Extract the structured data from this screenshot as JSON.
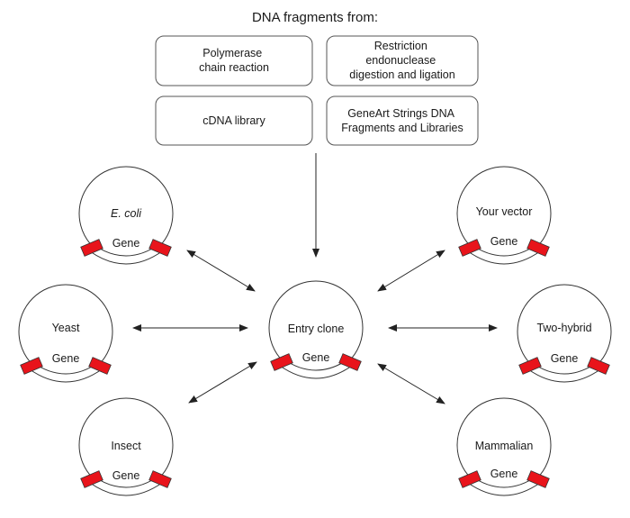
{
  "title": "DNA fragments from:",
  "sources": {
    "pcr": [
      "Polymerase",
      "chain reaction"
    ],
    "restriction": [
      "Restriction",
      "endonuclease",
      "digestion and ligation"
    ],
    "cdna": [
      "cDNA library"
    ],
    "geneart": [
      "GeneArt Strings DNA",
      "Fragments and Libraries"
    ]
  },
  "gene_label": "Gene",
  "site_color": "#e8141b",
  "plasmids": {
    "ecoli": "E. coli",
    "yeast": "Yeast",
    "insect": "Insect",
    "entry": "Entry clone",
    "your_vector": "Your vector",
    "two_hybrid": "Two-hybrid",
    "mammalian": "Mammalian"
  }
}
